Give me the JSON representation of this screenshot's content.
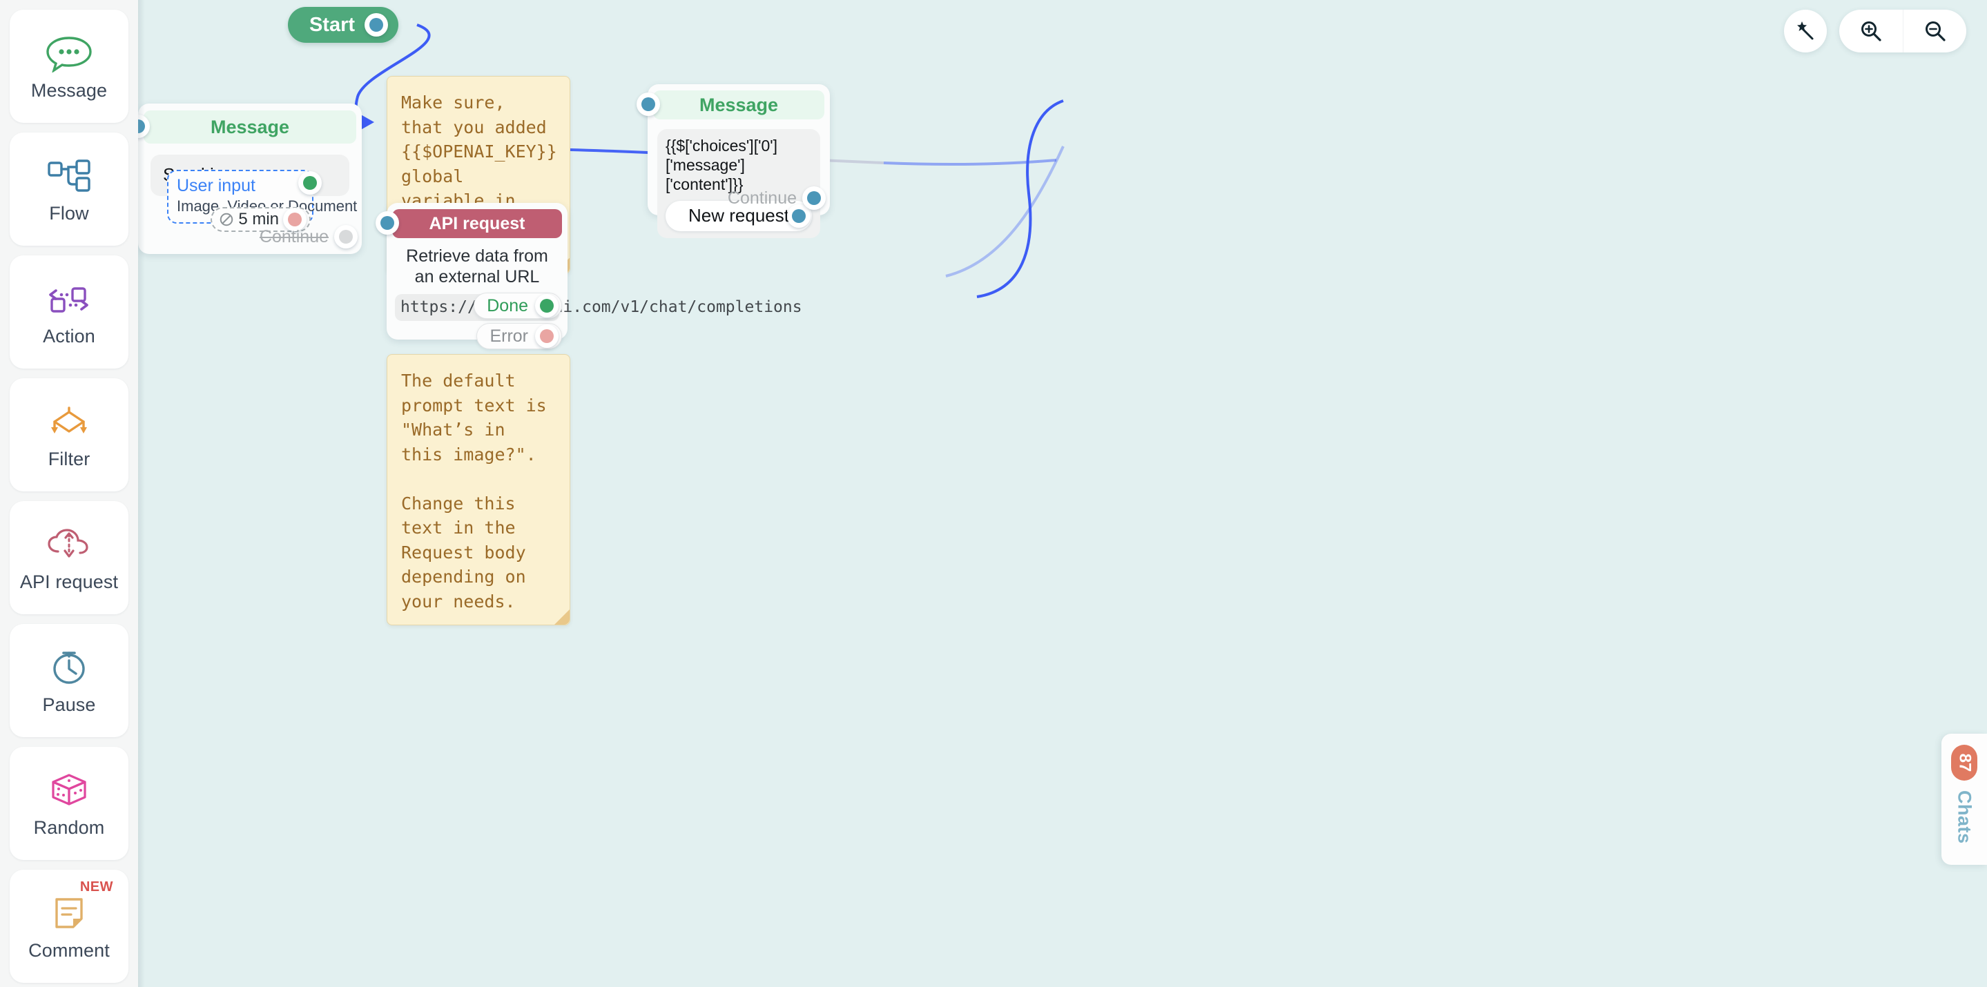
{
  "sidebar": {
    "items": [
      {
        "label": "Message",
        "icon": "chat-bubble-icon",
        "color": "#3fa463",
        "new": ""
      },
      {
        "label": "Flow",
        "icon": "flow-tree-icon",
        "color": "#3d7ea6",
        "new": ""
      },
      {
        "label": "Action",
        "icon": "action-arrows-icon",
        "color": "#8a4fbe",
        "new": ""
      },
      {
        "label": "Filter",
        "icon": "filter-diamond-icon",
        "color": "#e89a3c",
        "new": ""
      },
      {
        "label": "API request",
        "icon": "cloud-sync-icon",
        "color": "#bf5e72",
        "new": ""
      },
      {
        "label": "Pause",
        "icon": "stopwatch-icon",
        "color": "#4f87a0",
        "new": ""
      },
      {
        "label": "Random",
        "icon": "dice-icon",
        "color": "#e0479e",
        "new": ""
      },
      {
        "label": "Comment",
        "icon": "comment-note-icon",
        "color": "#e0b069",
        "new": "NEW"
      }
    ]
  },
  "toolbar": {
    "magic_wand": "magic-wand-icon",
    "zoom_in": "zoom-in-icon",
    "zoom_out": "zoom-out-icon"
  },
  "chats_tab": {
    "label": "Chats",
    "badge_count": "87"
  },
  "canvas": {
    "start_node": {
      "label": "Start",
      "port": "blue"
    },
    "message_node": {
      "title": "Message",
      "bubble_text": "Send image:",
      "user_input": {
        "title": "User input",
        "subtitle": "Image, Video or Document",
        "timeout_label": "5 min",
        "timeout_icon": "no-entry-icon"
      },
      "continue_label": "Continue"
    },
    "api_node": {
      "title": "API request",
      "description": "Retrieve data from an external URL",
      "url": "https://api.openai.com/v1/chat/completions",
      "outputs": [
        {
          "label": "Done",
          "port": "green"
        },
        {
          "label": "Error",
          "port": "red"
        }
      ]
    },
    "message_node_2": {
      "title": "Message",
      "bubble_text": "{{$['choices']['0']['message']['content']}}",
      "button_label": "New request",
      "continue_label": "Continue"
    },
    "notes": [
      {
        "id": "note-openai-key",
        "text": "Make sure, that you added {{$OPENAI_KEY}} global variable in your's Bot Settings"
      },
      {
        "id": "note-default-prompt",
        "text": "The default prompt text is \"What’s in this image?\".\n\nChange this text in the Request body depending on your needs."
      }
    ]
  },
  "colors": {
    "canvas_bg": "#e2f0f0",
    "sidebar_bg": "#f5f6f6",
    "start_green": "#4fa97c",
    "message_green": "#3fa463",
    "api_red": "#bf5e72",
    "edge_blue": "#3d5cf5",
    "note_yellow": "#fbf1d1",
    "note_text": "#9a6a28",
    "port_blue": "#4a96b8"
  }
}
